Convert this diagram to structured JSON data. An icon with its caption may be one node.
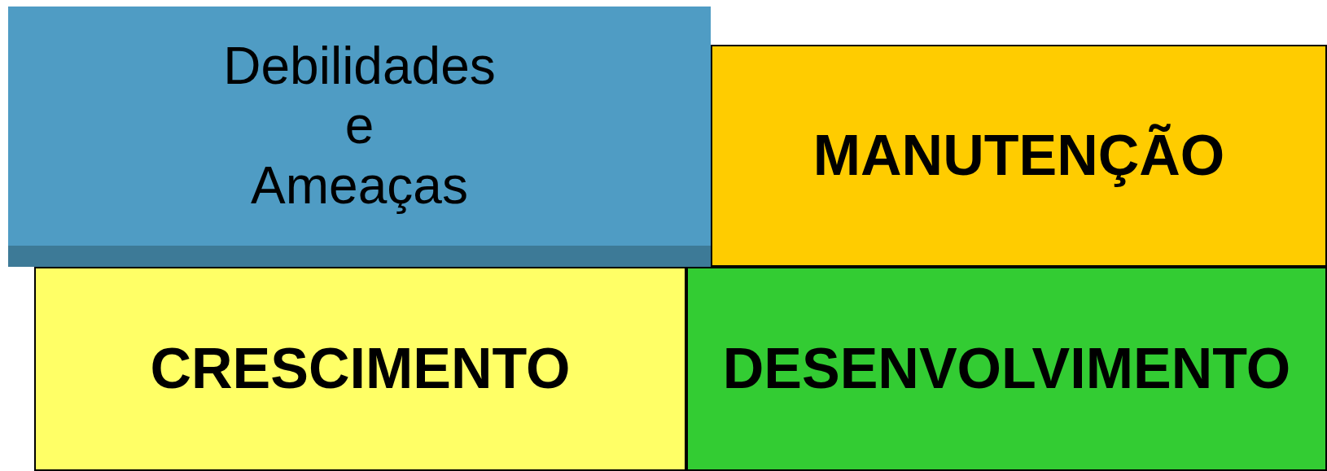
{
  "diagram": {
    "nodes": [
      {
        "text": [
          "Debilidades e Ameaças"
        ]
      },
      {
        "text": [
          "MANUTENÇÃO"
        ]
      },
      {
        "text": [
          "CRESCIMENTO"
        ]
      },
      {
        "text": [
          "DESENVOLVIMENTO"
        ]
      }
    ]
  }
}
